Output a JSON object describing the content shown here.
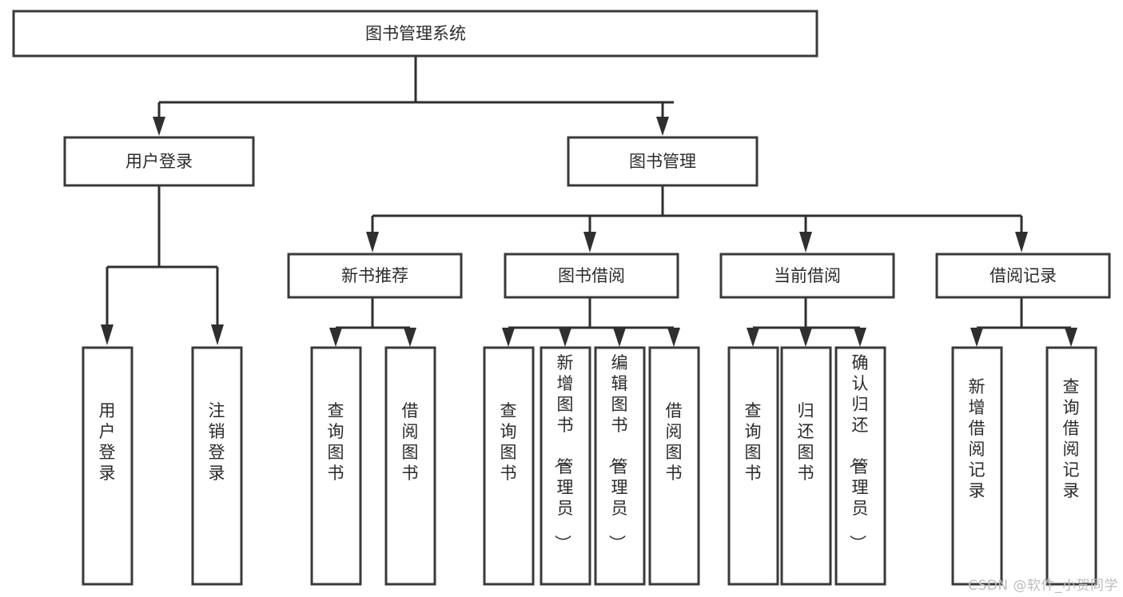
{
  "diagram": {
    "title": "图书管理系统",
    "type": "tree-hierarchy",
    "root": {
      "id": "root",
      "label": "图书管理系统"
    },
    "level2": [
      {
        "id": "user-login",
        "label": "用户登录"
      },
      {
        "id": "book-manage",
        "label": "图书管理"
      }
    ],
    "level3": [
      {
        "id": "new-book-recommend",
        "label": "新书推荐",
        "parent": "book-manage"
      },
      {
        "id": "book-borrow",
        "label": "图书借阅",
        "parent": "book-manage"
      },
      {
        "id": "current-borrow",
        "label": "当前借阅",
        "parent": "book-manage"
      },
      {
        "id": "borrow-record",
        "label": "借阅记录",
        "parent": "book-manage"
      }
    ],
    "leaves": [
      {
        "id": "leaf-user-login",
        "label": "用户登录",
        "parent": "user-login"
      },
      {
        "id": "leaf-logout",
        "label": "注销登录",
        "parent": "user-login"
      },
      {
        "id": "leaf-query-book-1",
        "label": "查询图书",
        "parent": "new-book-recommend"
      },
      {
        "id": "leaf-borrow-book-1",
        "label": "借阅图书",
        "parent": "new-book-recommend"
      },
      {
        "id": "leaf-query-book-2",
        "label": "查询图书",
        "parent": "book-borrow"
      },
      {
        "id": "leaf-add-book",
        "label": "新增图书（管理员）",
        "parent": "book-borrow"
      },
      {
        "id": "leaf-edit-book",
        "label": "编辑图书（管理员）",
        "parent": "book-borrow"
      },
      {
        "id": "leaf-borrow-book-2",
        "label": "借阅图书",
        "parent": "book-borrow"
      },
      {
        "id": "leaf-query-book-3",
        "label": "查询图书",
        "parent": "current-borrow"
      },
      {
        "id": "leaf-return-book",
        "label": "归还图书",
        "parent": "current-borrow"
      },
      {
        "id": "leaf-confirm-return",
        "label": "确认归还（管理员）",
        "parent": "current-borrow"
      },
      {
        "id": "leaf-add-record",
        "label": "新增借阅记录",
        "parent": "borrow-record"
      },
      {
        "id": "leaf-query-record",
        "label": "查询借阅记录",
        "parent": "borrow-record"
      }
    ]
  },
  "watermark": {
    "text": "CSDN @软件_小贺同学"
  },
  "colors": {
    "stroke": "#3a3a3a",
    "text": "#2b2b2b",
    "background": "#ffffff",
    "watermark": "#bdbdbd"
  }
}
